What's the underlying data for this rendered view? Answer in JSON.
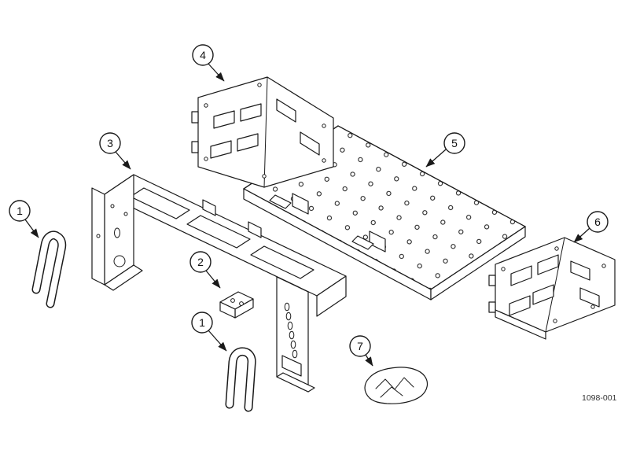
{
  "figure": {
    "id_label": "1098-001"
  },
  "callouts": [
    {
      "number": "1",
      "target": "handle-left"
    },
    {
      "number": "1",
      "target": "handle-front"
    },
    {
      "number": "2",
      "target": "small-mounting-bracket"
    },
    {
      "number": "3",
      "target": "chassis-frame"
    },
    {
      "number": "4",
      "target": "rear-perforated-panel"
    },
    {
      "number": "5",
      "target": "perforated-tray"
    },
    {
      "number": "6",
      "target": "side-perforated-panel"
    },
    {
      "number": "7",
      "target": "hardware-pouch"
    }
  ]
}
